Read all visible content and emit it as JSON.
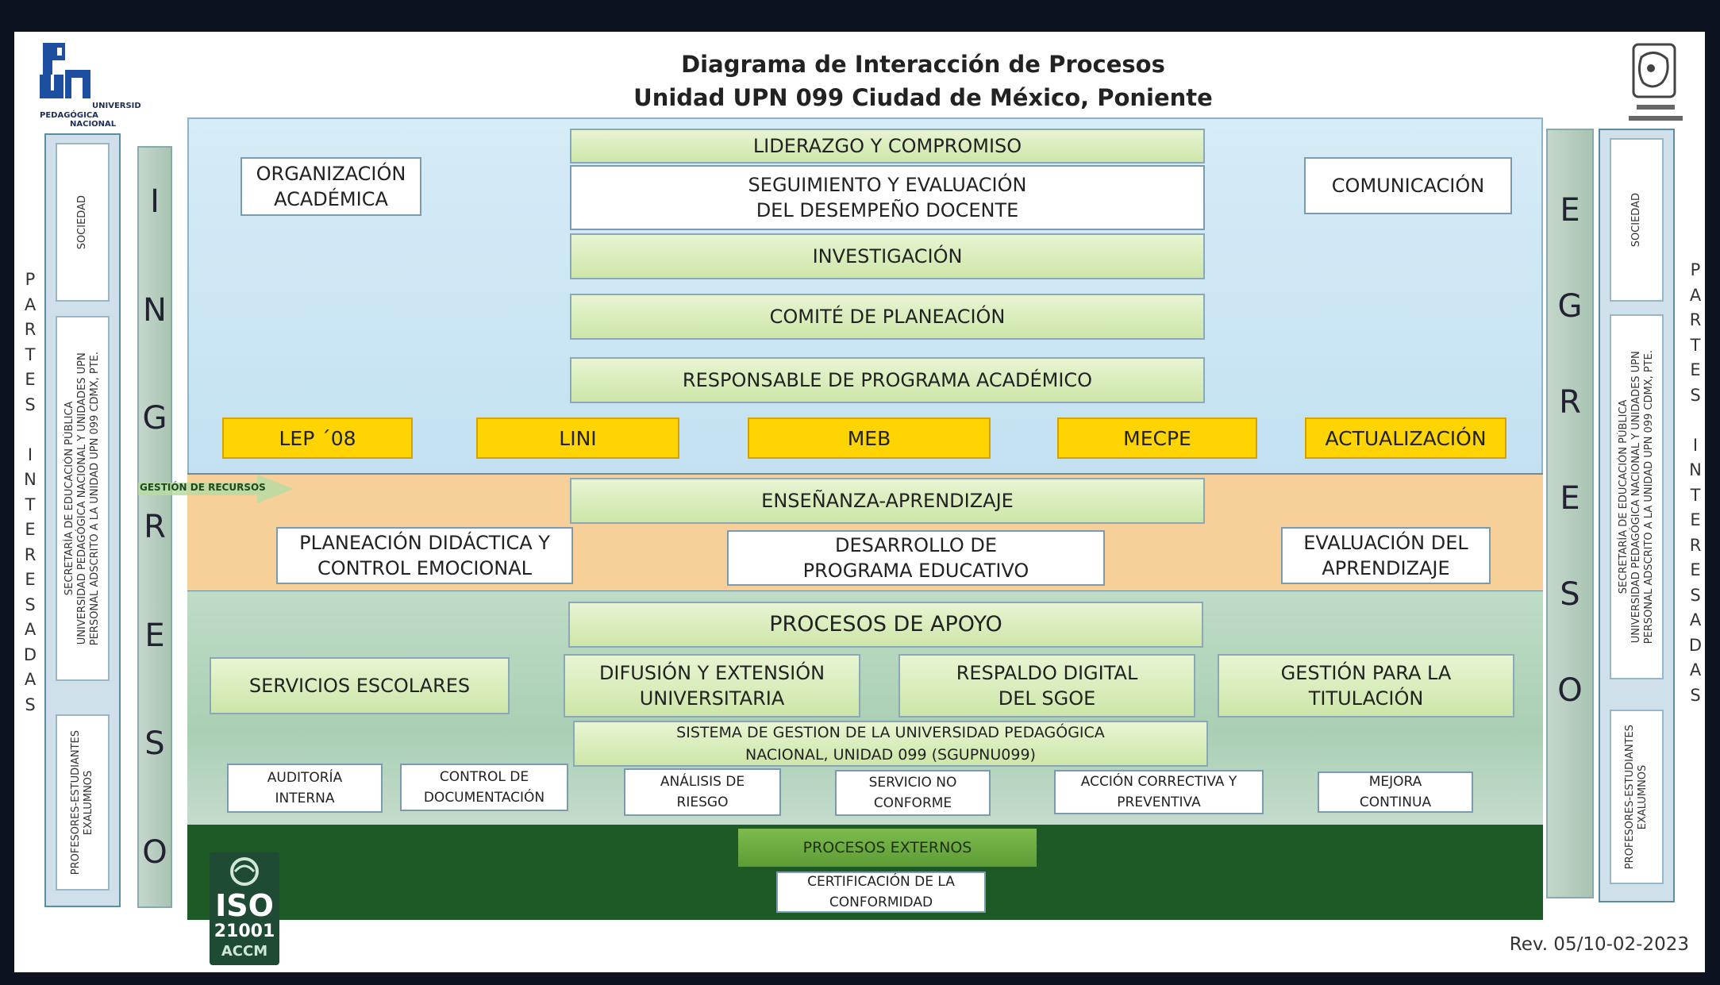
{
  "title": {
    "line1": "Diagrama de Interacción de Procesos",
    "line2": "Unidad UPN 099 Ciudad de México, Poniente"
  },
  "logo_upn": {
    "line1": "UNIVERSIDAD",
    "line2": "PEDAGÓGICA",
    "line3": "NACIONAL"
  },
  "side_label": {
    "letters": [
      "P",
      "A",
      "R",
      "T",
      "E",
      "S",
      "",
      "I",
      "N",
      "T",
      "E",
      "R",
      "E",
      "S",
      "A",
      "D",
      "A",
      "S"
    ]
  },
  "left_column": {
    "top": "SOCIEDAD",
    "middle": [
      "SECRETARÍA DE EDUCACIÓN PÚBLICA",
      "UNIVERSIDAD PEDAGÓGICA NACIONAL Y UNIDADES UPN",
      "PERSONAL ADSCRITO A LA UNIDAD UPN 099 CDMX, PTE."
    ],
    "bottom": [
      "PROFESORES-ESTUDIANTES",
      "EXALUMNOS"
    ]
  },
  "ingreso": [
    "I",
    "N",
    "G",
    "R",
    "E",
    "S",
    "O"
  ],
  "egreso": [
    "E",
    "G",
    "R",
    "E",
    "S",
    "O"
  ],
  "gestion_recursos": "GESTIÓN DE RECURSOS",
  "strategic": {
    "organizacion": [
      "ORGANIZACIÓN",
      "ACADÉMICA"
    ],
    "comunicacion": "COMUNICACIÓN",
    "liderazgo": "LIDERAZGO Y COMPROMISO",
    "seguimiento": [
      "SEGUIMIENTO Y EVALUACIÓN",
      "DEL DESEMPEÑO DOCENTE"
    ],
    "investigacion": "INVESTIGACIÓN",
    "comite": "COMITÉ DE PLANEACIÓN",
    "responsable": "RESPONSABLE DE PROGRAMA ACADÉMICO"
  },
  "programs": [
    "LEP ´08",
    "LINI",
    "MEB",
    "MECPE",
    "ACTUALIZACIÓN"
  ],
  "teaching": {
    "header": "ENSEÑANZA-APRENDIZAJE",
    "planeacion": [
      "PLANEACIÓN DIDÁCTICA Y",
      "CONTROL EMOCIONAL"
    ],
    "desarrollo": [
      "DESARROLLO DE",
      "PROGRAMA EDUCATIVO"
    ],
    "evaluacion": [
      "EVALUACIÓN DEL",
      "APRENDIZAJE"
    ]
  },
  "support": {
    "header": "PROCESOS DE APOYO",
    "servicios": "SERVICIOS ESCOLARES",
    "difusion": [
      "DIFUSIÓN Y EXTENSIÓN",
      "UNIVERSITARIA"
    ],
    "respaldo": [
      "RESPALDO DIGITAL",
      "DEL SGOE"
    ],
    "titulacion": [
      "GESTIÓN PARA LA",
      "TITULACIÓN"
    ],
    "sistema": [
      "SISTEMA DE GESTION DE LA UNIVERSIDAD PEDAGÓGICA",
      "NACIONAL, UNIDAD 099 (SGUPNU099)"
    ]
  },
  "quality": {
    "auditoria": [
      "AUDITORÍA",
      "INTERNA"
    ],
    "control": [
      "CONTROL DE",
      "DOCUMENTACIÓN"
    ],
    "analisis": [
      "ANÁLISIS DE",
      "RIESGO"
    ],
    "servicio_nc": [
      "SERVICIO NO",
      "CONFORME"
    ],
    "accion": [
      "ACCIÓN CORRECTIVA Y",
      "PREVENTIVA"
    ],
    "mejora": [
      "MEJORA",
      "CONTINUA"
    ]
  },
  "external": {
    "header": "PROCESOS EXTERNOS",
    "certificacion": [
      "CERTIFICACIÓN DE LA",
      "CONFORMIDAD"
    ]
  },
  "iso": {
    "line1": "ISO",
    "line2": "21001",
    "line3": "ACCM"
  },
  "revision": "Rev. 05/10-02-2023",
  "colors": {
    "band_blue": "#c3e1f1",
    "band_orange": "#f7cf98",
    "band_green": "#a9cfb4",
    "band_dark": "#1d5a25",
    "program_yellow": "#ffd400",
    "upn_blue": "#1c4fa0"
  }
}
